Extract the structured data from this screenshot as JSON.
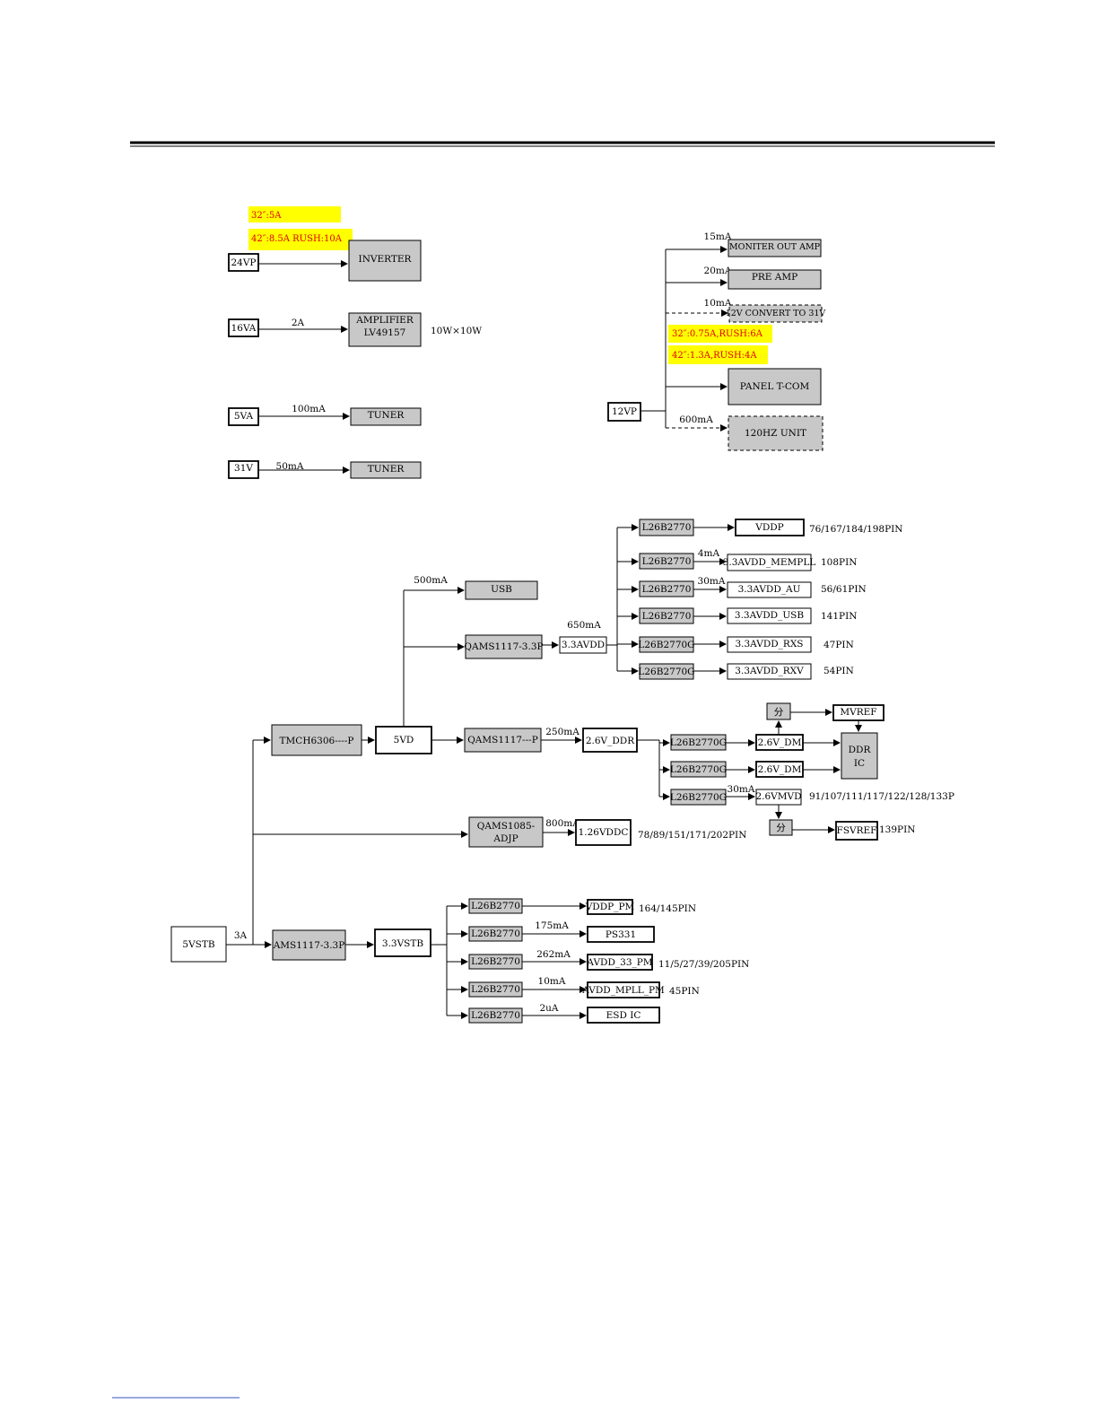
{
  "top_block": {
    "note_32": "32″:5A",
    "note_42": "42″:8.5A RUSH:10A",
    "v24": "24VP",
    "inverter": "INVERTER",
    "v16": "16VA",
    "cur_16": "2A",
    "amp_l1": "AMPLIFIER",
    "amp_l2": "LV49157",
    "amp_power": "10W×10W",
    "v5a": "5VA",
    "cur_5va": "100mA",
    "tuner1": "TUNER",
    "v31": "31V",
    "cur_31": "50mA",
    "tuner2": "TUNER"
  },
  "right_block": {
    "cur_mon": "15mA",
    "monitor": "MONITER OUT AMP",
    "cur_pre": "20mA",
    "preamp": "PRE AMP",
    "cur_conv": "10mA",
    "conv": "12V CONVERT TO 31V",
    "note_32": "32″:0.75A,RUSH:6A",
    "note_42": "42″:1.3A,RUSH:4A",
    "panel": "PANEL T-COM",
    "v12": "12VP",
    "cur_120": "600mA",
    "unit120": "120HZ UNIT"
  },
  "main_block": {
    "src": "5VSTB",
    "cur_src": "3A",
    "tmch": "TMCH6306----P",
    "v5vd": "5VD",
    "cur_usb": "500mA",
    "usb": "USB",
    "qams33": "QAMS1117-3.3P",
    "cur_33": "650mA",
    "v33avdd": "3.3AVDD",
    "r1_chip": "L26B2770",
    "r1_out": "VDDP",
    "r1_pin": "76/167/184/198PIN",
    "r2_chip": "L26B2770",
    "r2_cur": "4mA",
    "r2_out": "3.3AVDD_MEMPLL",
    "r2_pin": "108PIN",
    "r3_chip": "L26B2770",
    "r3_cur": "30mA",
    "r3_out": "3.3AVDD_AU",
    "r3_pin": "56/61PIN",
    "r4_chip": "L26B2770",
    "r4_out": "3.3AVDD_USB",
    "r4_pin": "141PIN",
    "r5_chip": "L26B2770G",
    "r5_out": "3.3AVDD_RXS",
    "r5_pin": "47PIN",
    "r6_chip": "L26B2770G",
    "r6_out": "3.3AVDD_RXV",
    "r6_pin": "54PIN",
    "qams_p": "QAMS1117---P",
    "cur_ddr": "250mA",
    "v26ddr": "2.6V_DDR",
    "d1_chip": "L26B2770G",
    "d1_out": "2.6V_DM",
    "d2_chip": "L26B2770G",
    "d2_out": "2.6V_DM",
    "d3_chip": "L26B2770G",
    "d3_cur": "30mA",
    "d3_out": "2.6VMVD",
    "d3_pin": "91/107/111/117/122/128/133P",
    "div1": "分",
    "mvref": "MVREF",
    "ddr_l1": "DDR",
    "ddr_l2": "IC",
    "div2": "分",
    "fsvref": "FSVREF",
    "fsvref_pin": "139PIN",
    "q1085_l1": "QAMS1085-",
    "q1085_l2": "ADJP",
    "cur_126": "800mA",
    "v126": "1.26VDDC",
    "v126_pin": "78/89/151/171/202PIN",
    "ams": "AMS1117-3.3P",
    "v33stb": "3.3VSTB",
    "s1_chip": "L26B2770",
    "s1_out": "VDDP_PM",
    "s1_pin": "164/145PIN",
    "s2_chip": "L26B2770",
    "s2_cur": "175mA",
    "s2_out": "PS331",
    "s3_chip": "L26B2770",
    "s3_cur": "262mA",
    "s3_out": "AVDD_33_PM",
    "s3_pin": "11/5/27/39/205PIN",
    "s4_chip": "L26B2770",
    "s4_cur": "10mA",
    "s4_out": "AVDD_MPLL_PM",
    "s4_pin": "45PIN",
    "s5_chip": "L26B2770",
    "s5_cur": "2uA",
    "s5_out": "ESD IC"
  },
  "colors": {
    "highlight": "#ffff00",
    "note_text": "#e00000",
    "box_fill": "#c8c8c8"
  }
}
